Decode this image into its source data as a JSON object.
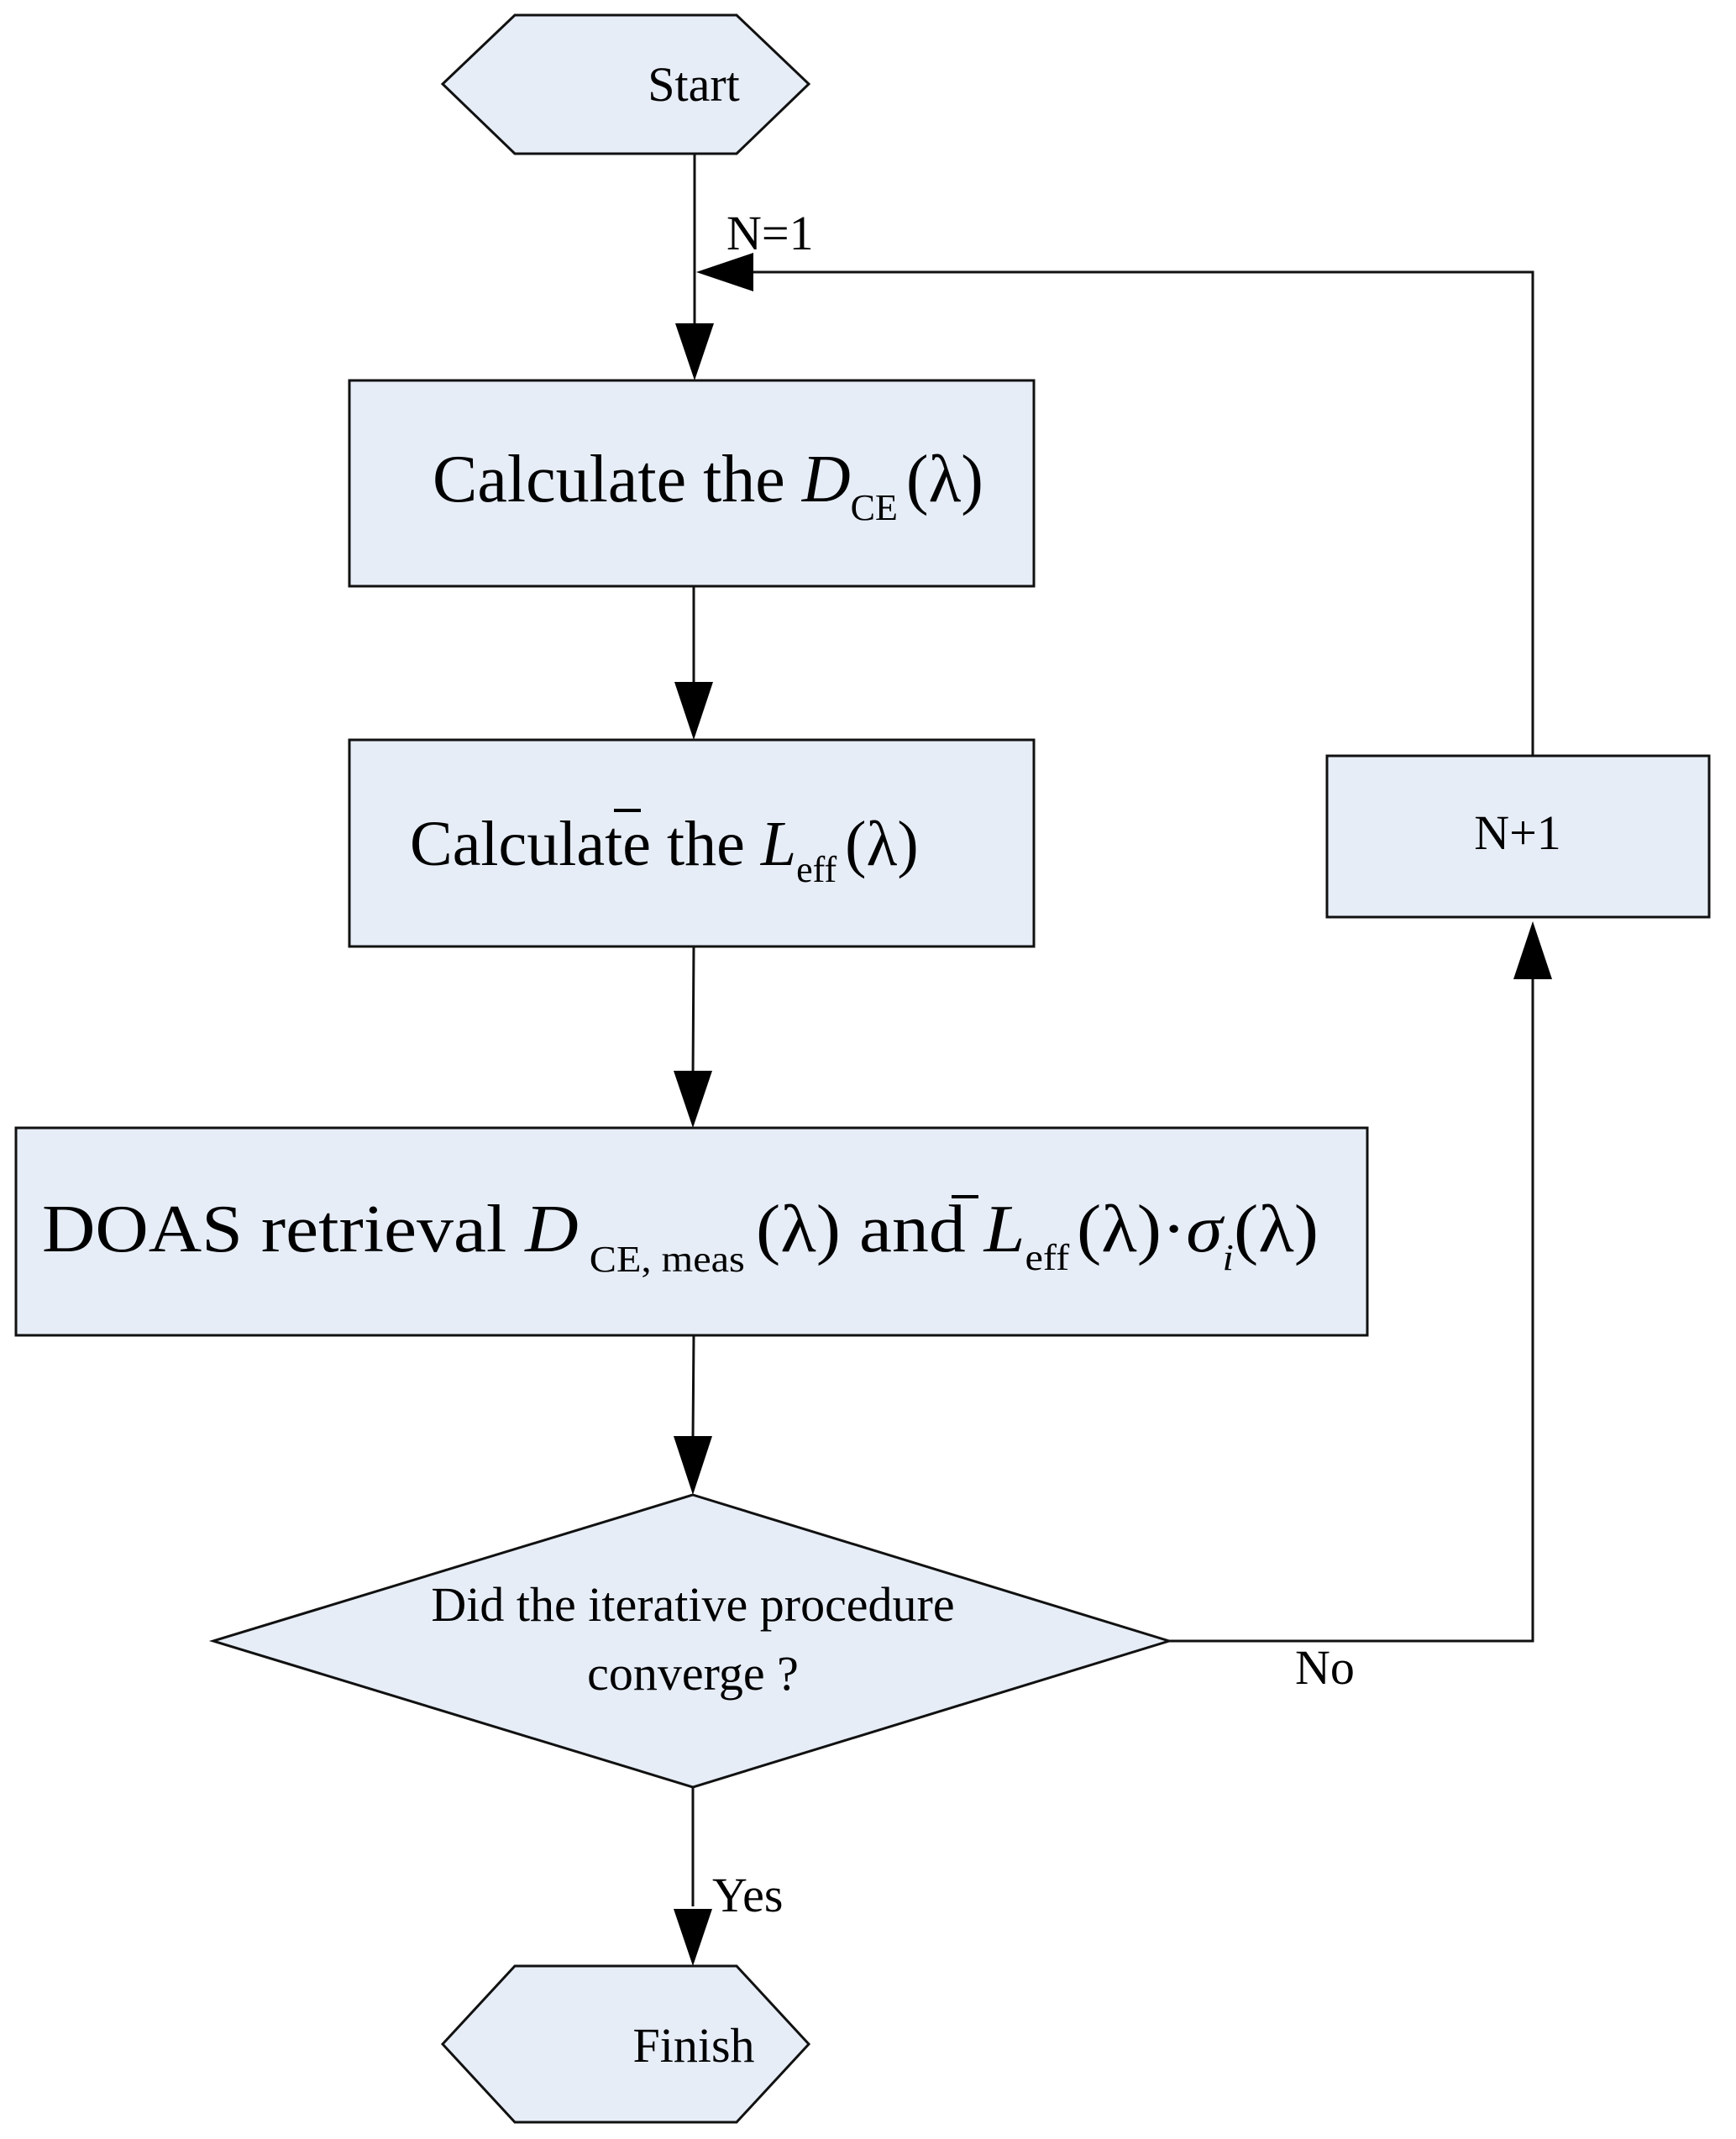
{
  "diagram": {
    "type": "flowchart",
    "colors": {
      "node_fill": "#e6edf7",
      "stroke": "#111111",
      "background": "#ffffff"
    },
    "nodes": {
      "start": {
        "shape": "hexagon",
        "label": "Start"
      },
      "calc_dce": {
        "shape": "rect",
        "prefix": "Calculate the ",
        "symbol": "D",
        "subscript": "CE",
        "suffix": "(λ)"
      },
      "calc_leff": {
        "shape": "rect",
        "prefix": "Calculate the ",
        "symbol": "L",
        "symbol_overbar": true,
        "subscript": "eff",
        "suffix": "(λ)"
      },
      "doas": {
        "shape": "rect",
        "prefix": "DOAS retrieval ",
        "symbol1": "D",
        "subscript1": "CE, meas",
        "suffix1": "(λ)",
        "connector": " and ",
        "symbol2": "L",
        "subscript2": "eff",
        "suffix2": "(λ)",
        "dot": "·",
        "symbol3": "σ",
        "subscript3": "i",
        "suffix3": "(λ)"
      },
      "decision": {
        "shape": "diamond",
        "line1": "Did the iterative procedure",
        "line2": "converge ?"
      },
      "increment": {
        "shape": "rect",
        "label": "N+1"
      },
      "finish": {
        "shape": "hexagon",
        "label": "Finish"
      }
    },
    "edges": [
      {
        "from": "start",
        "to": "calc_dce",
        "label": "N=1"
      },
      {
        "from": "calc_dce",
        "to": "calc_leff",
        "label": ""
      },
      {
        "from": "calc_leff",
        "to": "doas",
        "label": ""
      },
      {
        "from": "doas",
        "to": "decision",
        "label": ""
      },
      {
        "from": "decision",
        "to": "finish",
        "label": "Yes"
      },
      {
        "from": "decision",
        "to": "increment",
        "label": "No"
      },
      {
        "from": "increment",
        "to": "calc_dce",
        "label": ""
      }
    ],
    "edge_labels": {
      "init": "N=1",
      "yes": "Yes",
      "no": "No"
    }
  }
}
